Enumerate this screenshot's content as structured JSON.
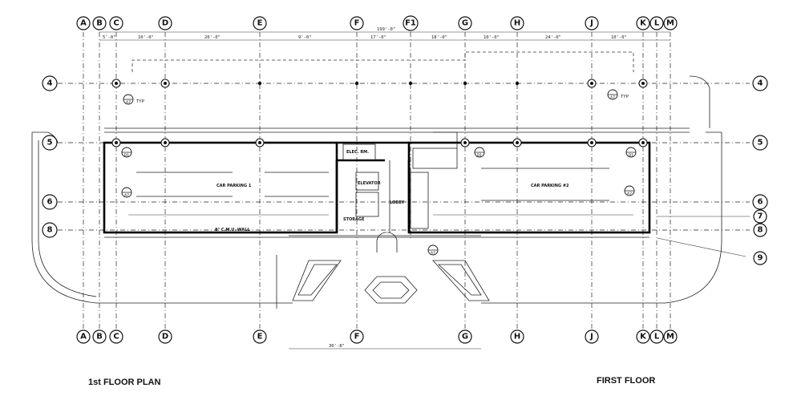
{
  "captions": {
    "left": "1st FLOOR PLAN",
    "right": "FIRST FLOOR"
  },
  "grid": {
    "columns": [
      "A",
      "B",
      "C",
      "D",
      "E",
      "F",
      "F1",
      "G",
      "H",
      "J",
      "K",
      "L",
      "M"
    ],
    "bottom_columns": [
      "A",
      "B",
      "C",
      "D",
      "E",
      "F",
      "G",
      "H",
      "J",
      "K",
      "L",
      "M"
    ],
    "rows_left": [
      "4",
      "5",
      "6",
      "8"
    ],
    "rows_right": [
      "4",
      "5",
      "6",
      "7",
      "8",
      "9"
    ]
  },
  "rooms": {
    "car_parking_1": "CAR PARKING 1",
    "car_parking_2": "CAR PARKING #2",
    "lobby": "LOBBY",
    "elec_rm": "ELEC. RM.",
    "elevator": "ELEVATOR",
    "storage": "STORAGE",
    "cmu_wall": "8\" C.M.U. WALL"
  },
  "dimensions": {
    "overall": "199'-0\"",
    "top_segments": [
      "5'-0\"",
      "10'-0\"",
      "20'-0\"",
      "9'-0\"",
      "17'-0\"",
      "18'-0\"",
      "10'-0\"",
      "24'-0\"",
      "10'-0\""
    ],
    "bottom_overall": "30'-8\""
  },
  "callouts": {
    "detail_a7": "A7",
    "typ": "TYP",
    "d1": "D1"
  },
  "colors": {
    "line": "#111111",
    "background": "#ffffff"
  }
}
